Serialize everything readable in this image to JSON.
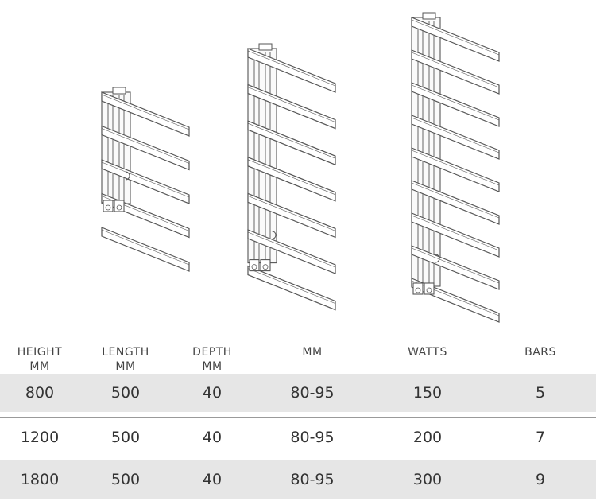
{
  "table": {
    "headers": [
      "HEIGHT\nMM",
      "LENGTH\nMM",
      "DEPTH\nMM",
      "MM",
      "WATTS",
      "BARS"
    ],
    "rows": [
      [
        "800",
        "500",
        "40",
        "80-95",
        "150",
        "5"
      ],
      [
        "1200",
        "500",
        "40",
        "80-95",
        "200",
        "7"
      ],
      [
        "1800",
        "500",
        "40",
        "80-95",
        "300",
        "9"
      ]
    ]
  },
  "illustrations": [
    {
      "bars": 5
    },
    {
      "bars": 7
    },
    {
      "bars": 9
    }
  ]
}
